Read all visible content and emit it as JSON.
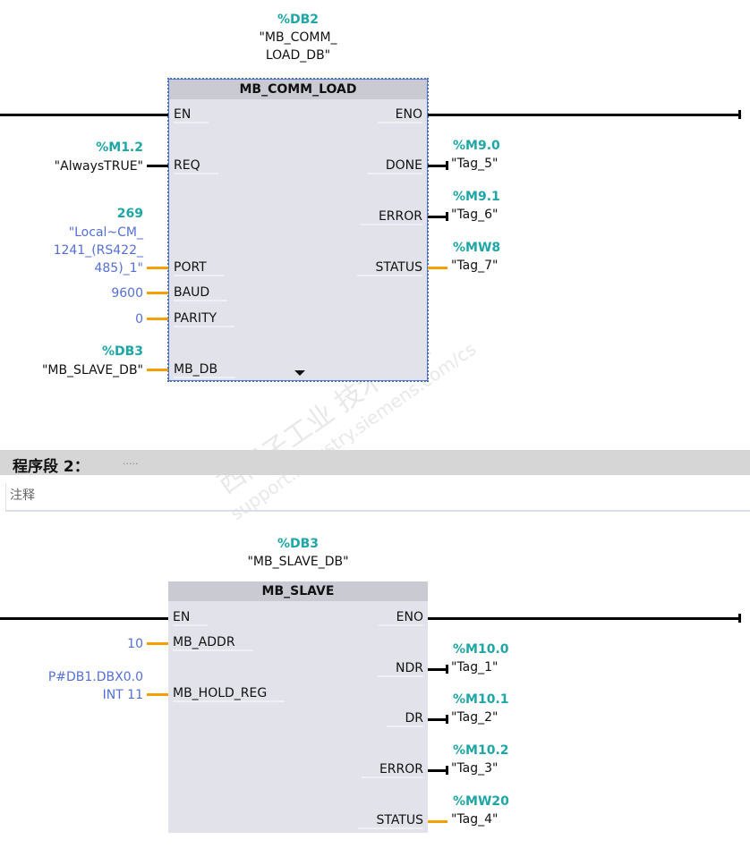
{
  "network1": {
    "instance_addr": "%DB2",
    "instance_name_lines": [
      "\"MB_COMM_",
      "LOAD_DB\""
    ],
    "title": "MB_COMM_LOAD",
    "inputs": [
      {
        "pin": "EN"
      },
      {
        "pin": "REQ",
        "addr": "%M1.2",
        "lines": [
          "\"AlwaysTRUE\""
        ],
        "kind": "tag",
        "wire": "bool"
      },
      {
        "pin": "PORT",
        "addr": "269",
        "lines": [
          "\"Local~CM_",
          "1241_(RS422_",
          "485)_1\""
        ],
        "kind": "const",
        "wire": "data"
      },
      {
        "pin": "BAUD",
        "lines": [
          "9600"
        ],
        "kind": "const",
        "wire": "data"
      },
      {
        "pin": "PARITY",
        "lines": [
          "0"
        ],
        "kind": "const",
        "wire": "data"
      },
      {
        "pin": "MB_DB",
        "addr": "%DB3",
        "lines": [
          "\"MB_SLAVE_DB\""
        ],
        "kind": "tag",
        "wire": "data"
      }
    ],
    "outputs": [
      {
        "pin": "ENO"
      },
      {
        "pin": "DONE",
        "addr": "%M9.0",
        "lines": [
          "\"Tag_5\""
        ],
        "wire": "bool"
      },
      {
        "pin": "ERROR",
        "addr": "%M9.1",
        "lines": [
          "\"Tag_6\""
        ],
        "wire": "bool"
      },
      {
        "pin": "STATUS",
        "addr": "%MW8",
        "lines": [
          "\"Tag_7\""
        ],
        "wire": "data"
      }
    ],
    "expand_icon": "triangle-down-icon"
  },
  "segment2": {
    "title": "程序段 2：",
    "dots": ".....",
    "comment": "注释"
  },
  "network2": {
    "instance_addr": "%DB3",
    "instance_name_lines": [
      "\"MB_SLAVE_DB\""
    ],
    "title": "MB_SLAVE",
    "inputs": [
      {
        "pin": "EN"
      },
      {
        "pin": "MB_ADDR",
        "lines": [
          "10"
        ],
        "kind": "const",
        "wire": "data"
      },
      {
        "pin": "MB_HOLD_REG",
        "lines": [
          "P#DB1.DBX0.0",
          "INT 11"
        ],
        "kind": "const",
        "wire": "data"
      }
    ],
    "outputs": [
      {
        "pin": "ENO"
      },
      {
        "pin": "NDR",
        "addr": "%M10.0",
        "lines": [
          "\"Tag_1\""
        ],
        "wire": "bool"
      },
      {
        "pin": "DR",
        "addr": "%M10.1",
        "lines": [
          "\"Tag_2\""
        ],
        "wire": "bool"
      },
      {
        "pin": "ERROR",
        "addr": "%M10.2",
        "lines": [
          "\"Tag_3\""
        ],
        "wire": "bool"
      },
      {
        "pin": "STATUS",
        "addr": "%MW20",
        "lines": [
          "\"Tag_4\""
        ],
        "wire": "data"
      }
    ]
  },
  "watermark": {
    "line1": "西门子工业  技术论坛",
    "line2": "support.industry.siemens.com/cs"
  },
  "colors": {
    "address": "#1fa6a6",
    "constant": "#5470d6",
    "data_wire": "#f5a000",
    "power_rail": "#000000"
  }
}
